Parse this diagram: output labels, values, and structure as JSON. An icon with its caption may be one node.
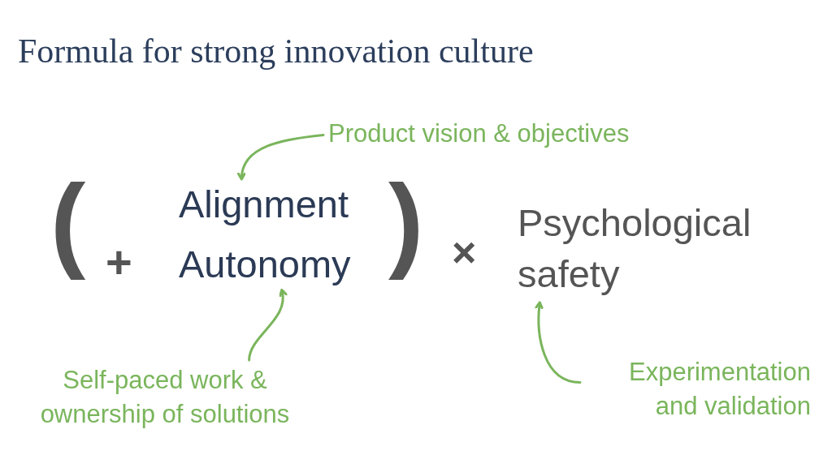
{
  "diagram": {
    "title": "Formula for strong innovation culture",
    "nodes": [
      {
        "text": [
          "Product vision & objectives"
        ]
      },
      {
        "text": [
          "Alignment"
        ]
      },
      {
        "text": [
          "Autonomy"
        ]
      },
      {
        "text": [
          "Psychological safety"
        ]
      },
      {
        "text": [
          "Self-paced work & ownership of solutions"
        ]
      },
      {
        "text": [
          "Experimentation and validation"
        ]
      }
    ],
    "edges": [
      {
        "from": 0,
        "to": 1,
        "arrow": "to",
        "color": "#7ab55c"
      },
      {
        "from": 4,
        "to": 2,
        "arrow": "to",
        "color": "#7ab55c"
      },
      {
        "from": 5,
        "to": 3,
        "arrow": "to",
        "color": "#7ab55c"
      }
    ],
    "labels": [
      "(",
      "+",
      ")",
      "×"
    ]
  }
}
